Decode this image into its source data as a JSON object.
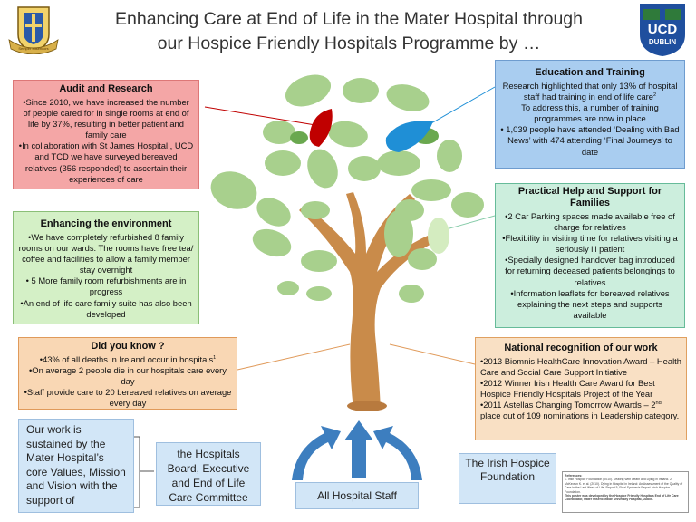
{
  "title": {
    "line1": "Enhancing Care at End of Life in the Mater Hospital through",
    "line2": "our Hospice Friendly Hospitals Programme by …"
  },
  "logos": {
    "left": {
      "icon": "mater-hospital-crest",
      "motto": "Semper Misericors"
    },
    "right": {
      "icon": "ucd-dublin-crest",
      "line1": "UCD",
      "line2": "DUBLIN"
    }
  },
  "audit": {
    "heading": "Audit and Research",
    "items": [
      "•Since 2010, we have increased the number of people cared for in single rooms at end of life by 37%, resulting in better patient and family care",
      "•In collaboration with St James Hospital , UCD and TCD we have surveyed bereaved relatives  (356 responded) to ascertain their experiences of care"
    ]
  },
  "environment": {
    "heading": "Enhancing the environment",
    "items": [
      "•We have completely refurbished 8 family rooms on our wards. The rooms have free tea/ coffee and facilities to allow a family member stay overnight",
      "• 5 More family room refurbishments are in progress",
      "•An end of life care family suite has also been developed"
    ]
  },
  "did_you_know": {
    "heading": "Did you know ?",
    "item1": "•43% of all deaths in Ireland occur in hospitals",
    "item1_sup": "1",
    "item2": "•On average 2 people die in our hospitals care every day",
    "item3": "•Staff provide care to 20 bereaved relatives on average every day"
  },
  "education": {
    "heading": "Education and Training",
    "para1": "Research highlighted that only 13% of hospital staff had training in end of life care",
    "para1_sup": "2",
    "para2": "To address this, a number of training programmes are now in place",
    "para3": "• 1,039 people have attended ‘Dealing with Bad News’ with 474 attending ‘Final Journeys’ to date"
  },
  "practical": {
    "heading": "Practical Help and Support for Families",
    "items": [
      "•2 Car Parking spaces made available free of charge for relatives",
      "•Flexibility in visiting time for relatives visiting a seriously ill patient",
      "•Specially designed handover bag introduced for returning deceased patients belongings to relatives",
      "•Information leaflets for bereaved relatives explaining the next steps and supports available"
    ]
  },
  "national": {
    "heading": "National recognition of our work",
    "item1": "•2013 Biomnis HealthCare Innovation Award – Health Care and Social Care Support Initiative",
    "item2": "•2012 Winner Irish Health Care Award for Best Hospice Friendly Hospitals Project of the Year",
    "item3_pre": "•2011 Astellas Changing Tomorrow Awards – 2",
    "item3_sup": "nd",
    "item3_post": " place out of 109 nominations in Leadership category."
  },
  "sustained": "Our work is sustained by the Mater Hospital’s core Values, Mission and Vision with the support of",
  "board": "the Hospitals Board, Executive and End of Life Care Committee",
  "staff": "All Hospital Staff",
  "irish": "The Irish Hospice Foundation",
  "references": {
    "heading": "References:",
    "text": "1. Irish Hospice Foundation (2010). Dealing With Death and Dying in Ireland. 2. McKeown K. et al. (2010). Dying in Hospital in Ireland: An Assessment of the Quality of Care in the Last Week of Life. Report 5, Final Synthesis Report. Irish Hospice Foundation.",
    "contact": "This poster was developed by the Hospice Friendly Hospitals End of Life Care Coordinator, Mater Misericordiae University Hospital, Dublin."
  },
  "colors": {
    "trunk": "#c98b4a",
    "leaf_light": "#a8d08d",
    "leaf_dark": "#6aa84f",
    "leaf_red": "#c00000",
    "leaf_blue": "#1f8fd6",
    "arrow_blue": "#3d7ebf"
  }
}
